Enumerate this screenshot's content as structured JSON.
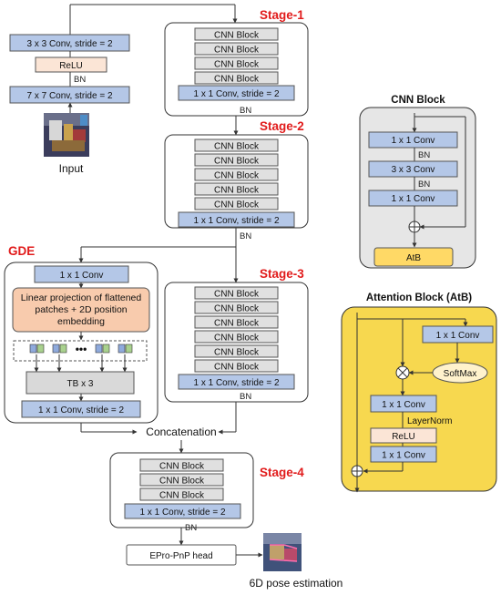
{
  "colors": {
    "conv_fill": "#b4c7e7",
    "cnn_block_fill": "#e0e0e0",
    "relu_fill": "#fbe5d6",
    "orange_fill": "#f8cbad",
    "atb_fill": "#ffd966",
    "atb_panel_fill": "#f7d84f",
    "cnn_panel_fill": "#e6e6e6",
    "stage_text": "#e11b1b",
    "line": "#333333"
  },
  "stem": {
    "conv1": "3 x 3 Conv, stride = 2",
    "relu": "ReLU",
    "bn": "BN",
    "conv2": "7 x 7 Conv, stride = 2",
    "input_label": "Input"
  },
  "stages": {
    "stage1": {
      "title": "Stage-1",
      "block": "CNN Block",
      "conv": "1 x 1 Conv, stride = 2",
      "bn": "BN"
    },
    "stage2": {
      "title": "Stage-2",
      "block": "CNN Block",
      "conv": "1 x 1 Conv, stride = 2",
      "bn": "BN"
    },
    "stage3": {
      "title": "Stage-3",
      "block": "CNN Block",
      "conv": "1 x 1 Conv, stride = 2",
      "bn": "BN"
    },
    "stage4": {
      "title": "Stage-4",
      "block": "CNN Block",
      "conv": "1 x 1 Conv, stride = 2",
      "bn": "BN"
    }
  },
  "gde": {
    "title": "GDE",
    "conv": "1 x 1 Conv",
    "linear_projection": "Linear projection of flattened patches + 2D position embedding",
    "ellipsis": "•••",
    "tb": "TB x 3",
    "conv_out": "1 x 1 Conv, stride = 2"
  },
  "concatenation": "Concatenation",
  "head": "EPro-PnP head",
  "output_label": "6D pose estimation",
  "cnn_block_detail": {
    "title": "CNN Block",
    "conv1": "1 x 1 Conv",
    "bn1": "BN",
    "conv2": "3 x 3 Conv",
    "bn2": "BN",
    "conv3": "1 x 1 Conv",
    "atb": "AtB"
  },
  "attention_block": {
    "title": "Attention Block (AtB)",
    "conv_top": "1 x 1 Conv",
    "softmax": "SoftMax",
    "conv_mid": "1 x 1 Conv",
    "layernorm": "LayerNorm",
    "relu": "ReLU",
    "conv_bottom": "1 x 1 Conv"
  }
}
